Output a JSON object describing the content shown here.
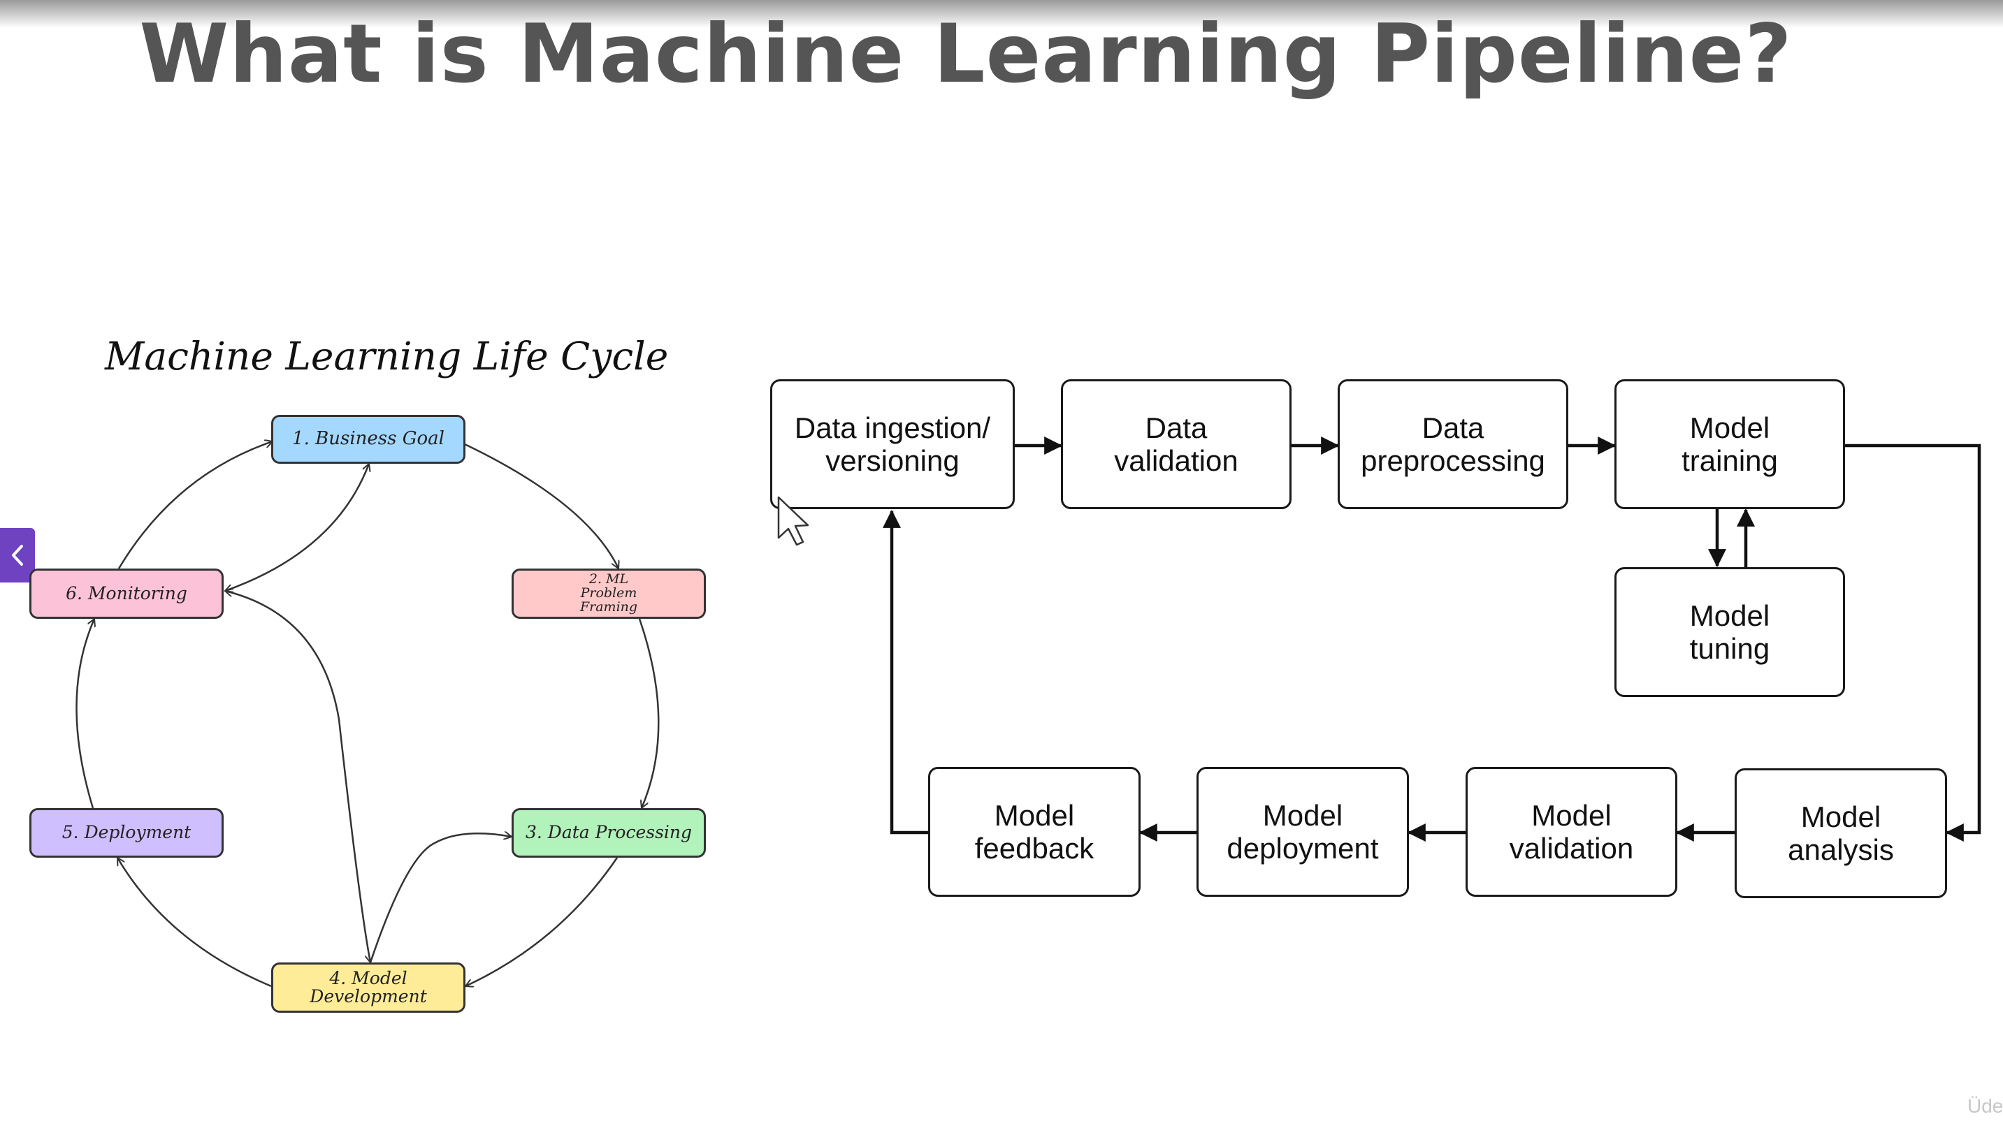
{
  "title": "What is Machine Learning Pipeline?",
  "watermark": "Üde",
  "colors": {
    "title": "#555555",
    "back_tab": "#6f42c1",
    "business_goal": "#a5d8ff",
    "problem_framing": "#ffc9c9",
    "data_processing": "#b2f2bb",
    "model_development": "#ffec99",
    "deployment": "#d0bfff",
    "monitoring": "#fcc2d7"
  },
  "back_tab_icon": "chevron-left-icon",
  "lifecycle": {
    "title": "Machine Learning Life Cycle",
    "nodes": {
      "business_goal": "1. Business Goal",
      "problem_framing": "2. ML Problem Framing",
      "data_processing": "3. Data Processing",
      "model_development": "4. Model Development",
      "deployment": "5. Deployment",
      "monitoring": "6. Monitoring"
    }
  },
  "pipeline": {
    "nodes": {
      "ingestion": "Data ingestion/\nversioning",
      "validation": "Data\nvalidation",
      "preprocessing": "Data\npreprocessing",
      "training": "Model\ntraining",
      "tuning": "Model\ntuning",
      "analysis": "Model\nanalysis",
      "model_validation": "Model\nvalidation",
      "deployment": "Model\ndeployment",
      "feedback": "Model\nfeedback"
    }
  }
}
